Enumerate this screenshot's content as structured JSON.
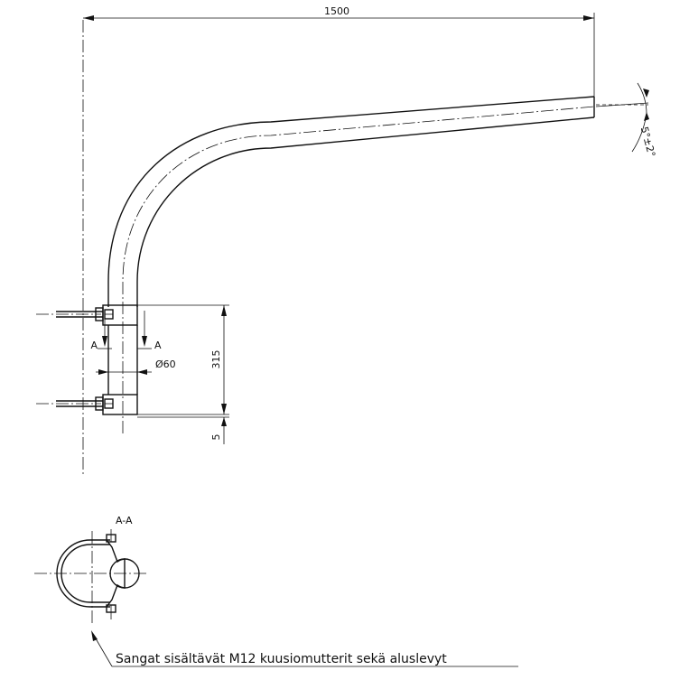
{
  "dimensions": {
    "overall_length": "1500",
    "angle": "5°±2°",
    "bracket_spacing": "315",
    "offset": "5",
    "diameter": "Ø60"
  },
  "section": {
    "cut_label": "A",
    "title": "A-A"
  },
  "note": "Sangat sisältävät M12 kuusiomutterit sekä aluslevyt"
}
